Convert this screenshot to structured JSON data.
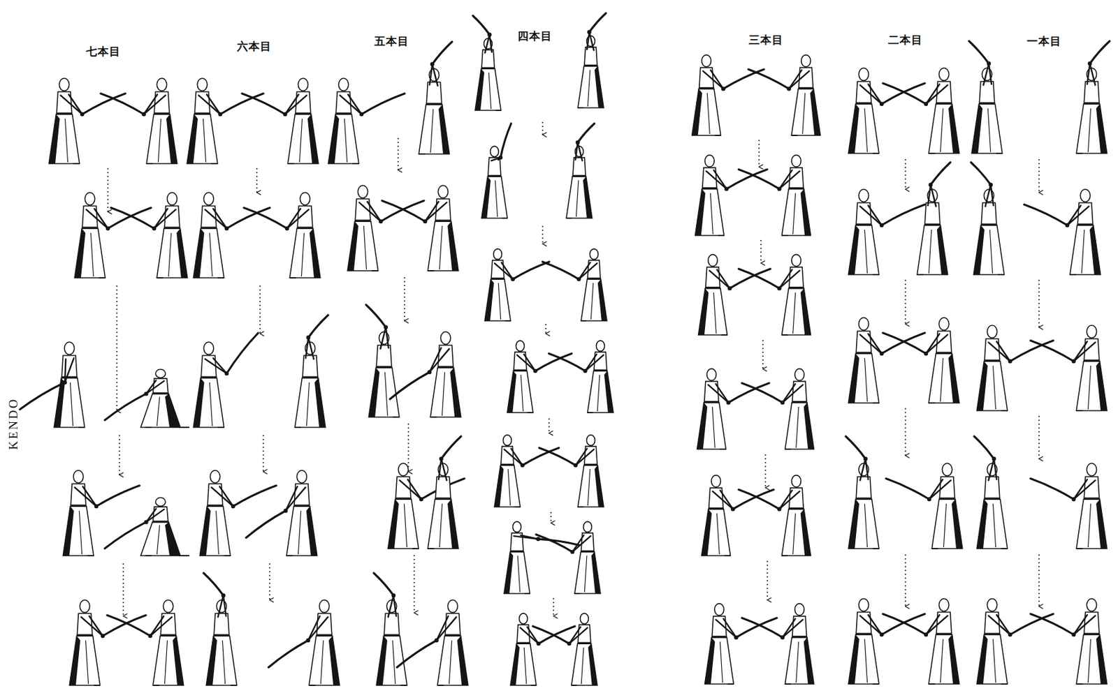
{
  "diagram": {
    "labels": [
      "七本目",
      "六本目",
      "五本目",
      "四本目",
      "三本目",
      "二本目",
      "一本目",
      "KENDO"
    ]
  }
}
